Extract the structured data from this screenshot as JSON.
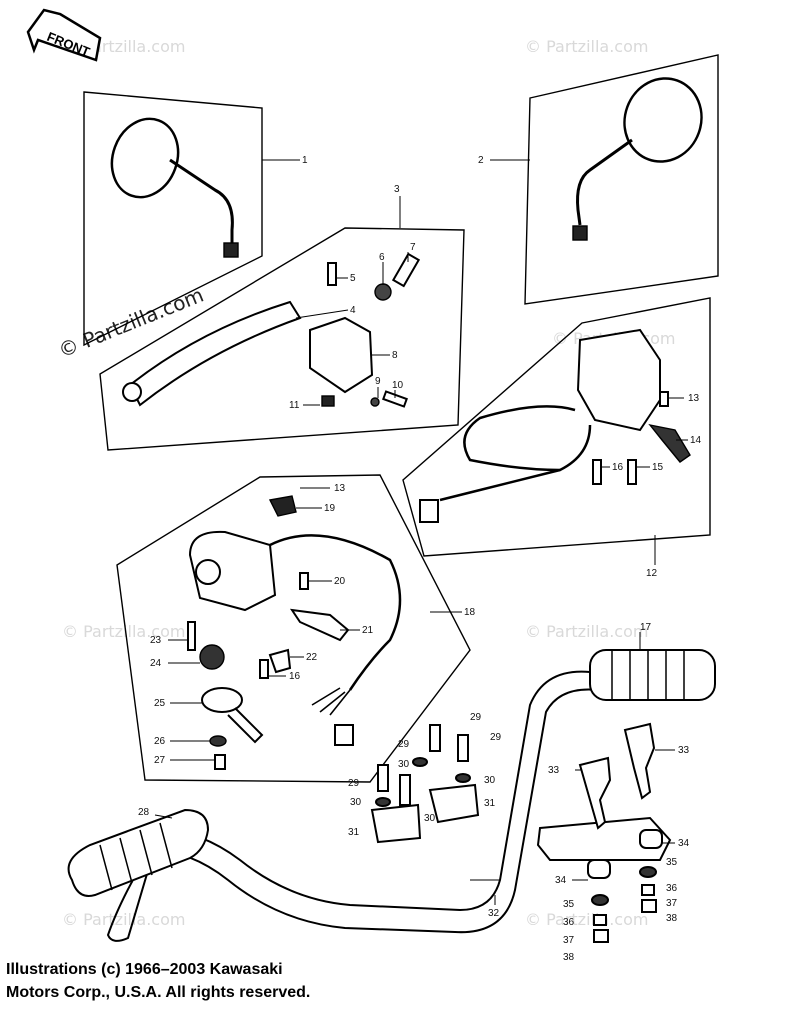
{
  "front_label": "FRONT",
  "watermark": "© Partzilla.com",
  "copyright": {
    "line1": "Illustrations (c) 1966–2003 Kawasaki",
    "line2": "Motors Corp., U.S.A.  All rights reserved."
  },
  "labels": {
    "l1": "1",
    "l2": "2",
    "l3": "3",
    "l4": "4",
    "l5": "5",
    "l6": "6",
    "l7": "7",
    "l8": "8",
    "l9": "9",
    "l10": "10",
    "l11": "11",
    "l12": "12",
    "l13a": "13",
    "l13b": "13",
    "l14": "14",
    "l15": "15",
    "l16a": "16",
    "l16b": "16",
    "l17": "17",
    "l18": "18",
    "l19": "19",
    "l20": "20",
    "l21": "21",
    "l22": "22",
    "l23": "23",
    "l24": "24",
    "l25": "25",
    "l26": "26",
    "l27": "27",
    "l28": "28",
    "l29a": "29",
    "l29b": "29",
    "l29c": "29",
    "l29d": "29",
    "l30a": "30",
    "l30b": "30",
    "l30c": "30",
    "l30d": "30",
    "l31a": "31",
    "l31b": "31",
    "l32": "32",
    "l33a": "33",
    "l33b": "33",
    "l34a": "34",
    "l34b": "34",
    "l35a": "35",
    "l35b": "35",
    "l36a": "36",
    "l36b": "36",
    "l37a": "37",
    "l37b": "37",
    "l38a": "38",
    "l38b": "38"
  }
}
